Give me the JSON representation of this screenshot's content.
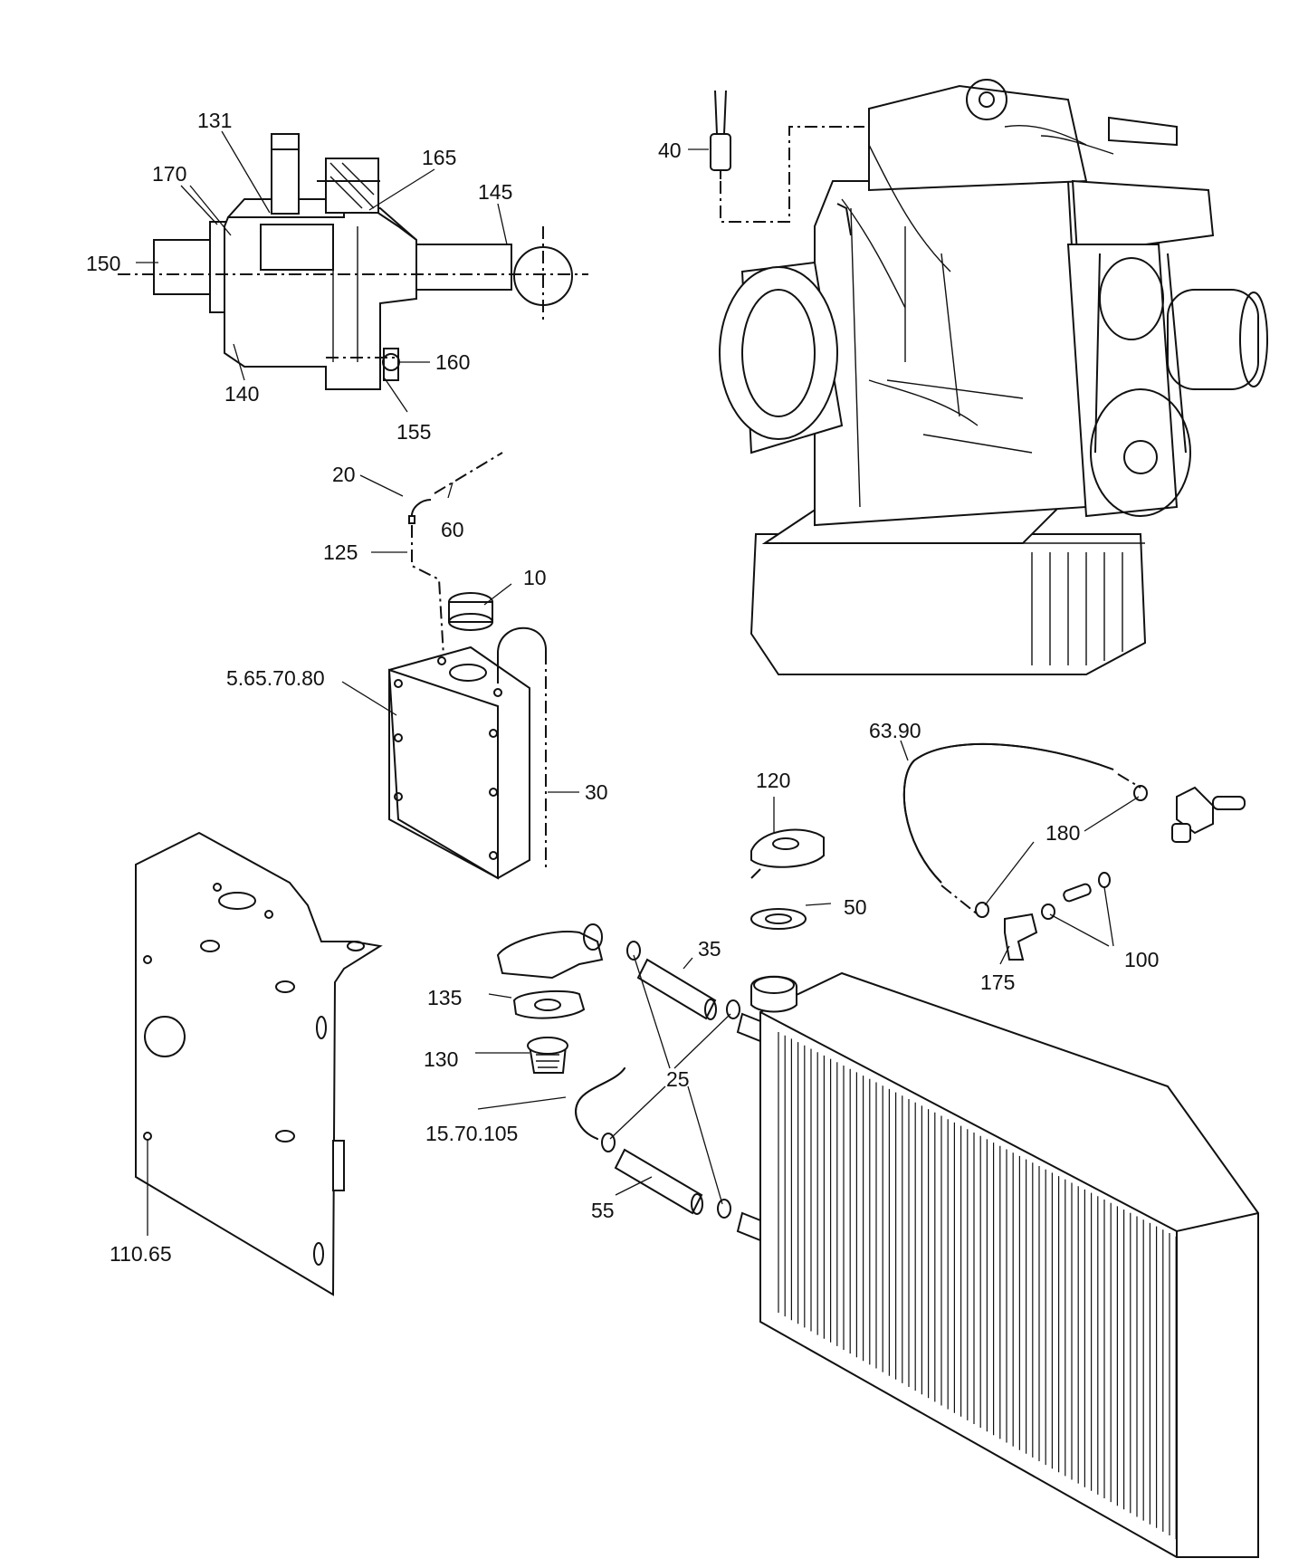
{
  "diagram": {
    "labels": {
      "l10": "10",
      "l20": "20",
      "l25": "25",
      "l30": "30",
      "l35": "35",
      "l40": "40",
      "l50": "50",
      "l55": "55",
      "l60": "60",
      "l100": "100",
      "l120": "120",
      "l125": "125",
      "l130": "130",
      "l131": "131",
      "l135": "135",
      "l140": "140",
      "l145": "145",
      "l150": "150",
      "l155": "155",
      "l160": "160",
      "l165": "165",
      "l170": "170",
      "l175": "175",
      "l180": "180",
      "l5_65_70_80": "5.65.70.80",
      "l15_70_105": "15.70.105",
      "l63_90": "63.90",
      "l110_65": "110.65"
    }
  }
}
